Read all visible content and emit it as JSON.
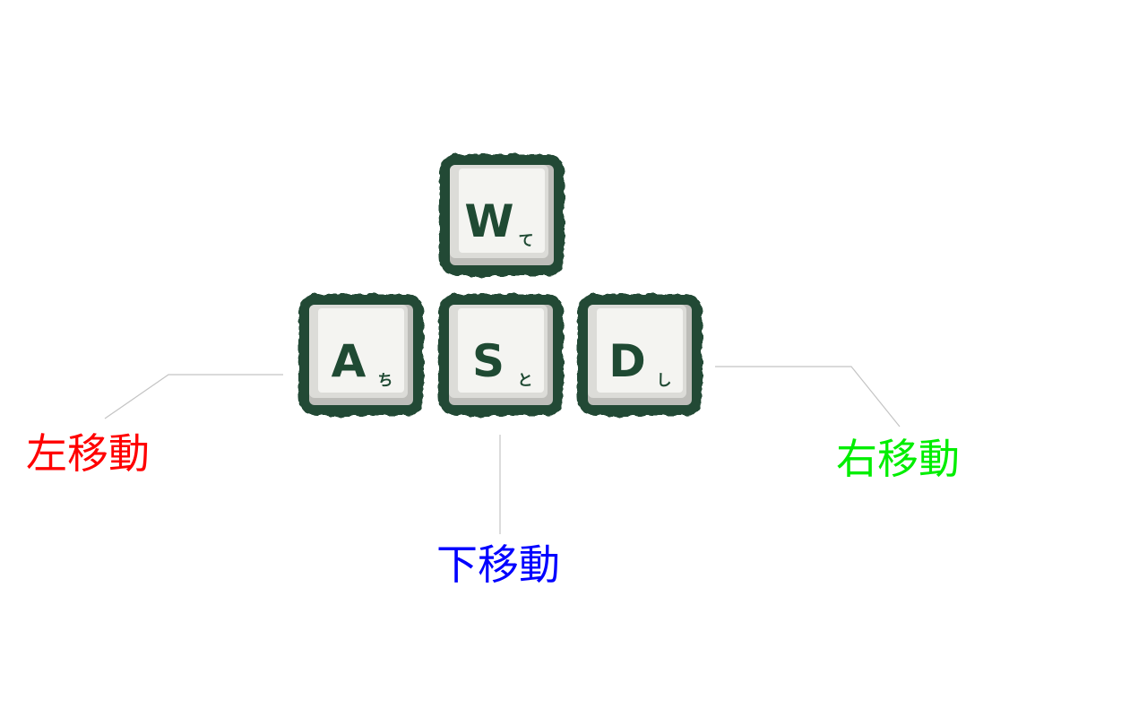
{
  "keys": [
    {
      "id": "w",
      "letter": "W",
      "kana": "て"
    },
    {
      "id": "a",
      "letter": "A",
      "kana": "ち"
    },
    {
      "id": "s",
      "letter": "S",
      "kana": "と"
    },
    {
      "id": "d",
      "letter": "D",
      "kana": "し"
    }
  ],
  "labels": {
    "left": "左移動",
    "down": "下移動",
    "right": "右移動"
  },
  "colors": {
    "key_border": "#234a34",
    "key_face": "#f4f4f1",
    "key_bevel": "#dcdcd8",
    "key_shadow": "#bdbdb9",
    "letter": "#1f4a33",
    "left_label": "#ff0000",
    "down_label": "#0000ff",
    "right_label": "#00ee00",
    "leader_line": "#c4c4c4"
  }
}
